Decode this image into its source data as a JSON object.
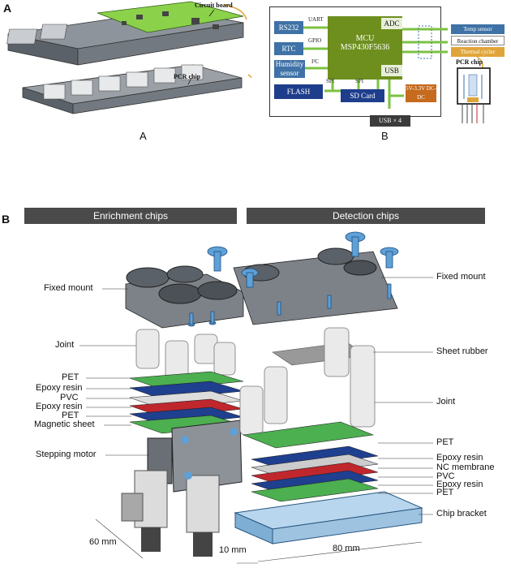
{
  "panel_a": {
    "letter": "A",
    "caption": "A",
    "label_circuit": "Circuit board",
    "label_pcr": "PCR chip"
  },
  "panel_b_top": {
    "caption": "B",
    "rs232": "RS232",
    "rtc": "RTC",
    "humidity": "Humidity sensor",
    "flash": "FLASH",
    "sdcard": "SD Card",
    "mcu_line1": "MCU",
    "mcu_line2": "MSP430F5636",
    "adc": "ADC",
    "usb": "USB",
    "dcdc": "5V-3.3V DC-DC",
    "usb4": "USB × 4",
    "uart": "UART",
    "gpio": "GPIO",
    "i2c": "I²C",
    "spi_left": "SPI",
    "spi_right": "SPI",
    "temp_sensor": "Temp sensor",
    "reaction_chamber": "Reaction chamber",
    "thermal_cycler": "Thermal cycler",
    "pcr_chip": "PCR chip"
  },
  "panel_b": {
    "letter": "B",
    "header_left": "Enrichment chips",
    "header_right": "Detection chips",
    "left_labels": {
      "fixed_mount": "Fixed mount",
      "joint": "Joint",
      "pet1": "PET",
      "epoxy1": "Epoxy resin",
      "pvc": "PVC",
      "epoxy2": "Epoxy resin",
      "pet2": "PET",
      "magnetic": "Magnetic sheet",
      "stepping": "Stepping motor"
    },
    "right_labels": {
      "fixed_mount": "Fixed mount",
      "sheet_rubber": "Sheet rubber",
      "joint": "Joint",
      "pet1": "PET",
      "epoxy1": "Epoxy resin",
      "nc": "NC membrane",
      "pvc": "PVC",
      "epoxy2": "Epoxy resin",
      "pet2": "PET",
      "bracket": "Chip bracket"
    },
    "dims": {
      "d60": "60 mm",
      "d10": "10 mm",
      "d80": "80 mm"
    }
  },
  "colors": {
    "board_green": "#8bd14a",
    "bd_blue": "#3f72a6",
    "mcu_olive": "#6e8f1e",
    "arrow_green": "#7cc242",
    "header_gray": "#4a4a4a",
    "layer_green": "#4caf50",
    "layer_red": "#c0272d",
    "layer_blue": "#1f3f8f",
    "bracket_blue": "#9ec3e0"
  }
}
